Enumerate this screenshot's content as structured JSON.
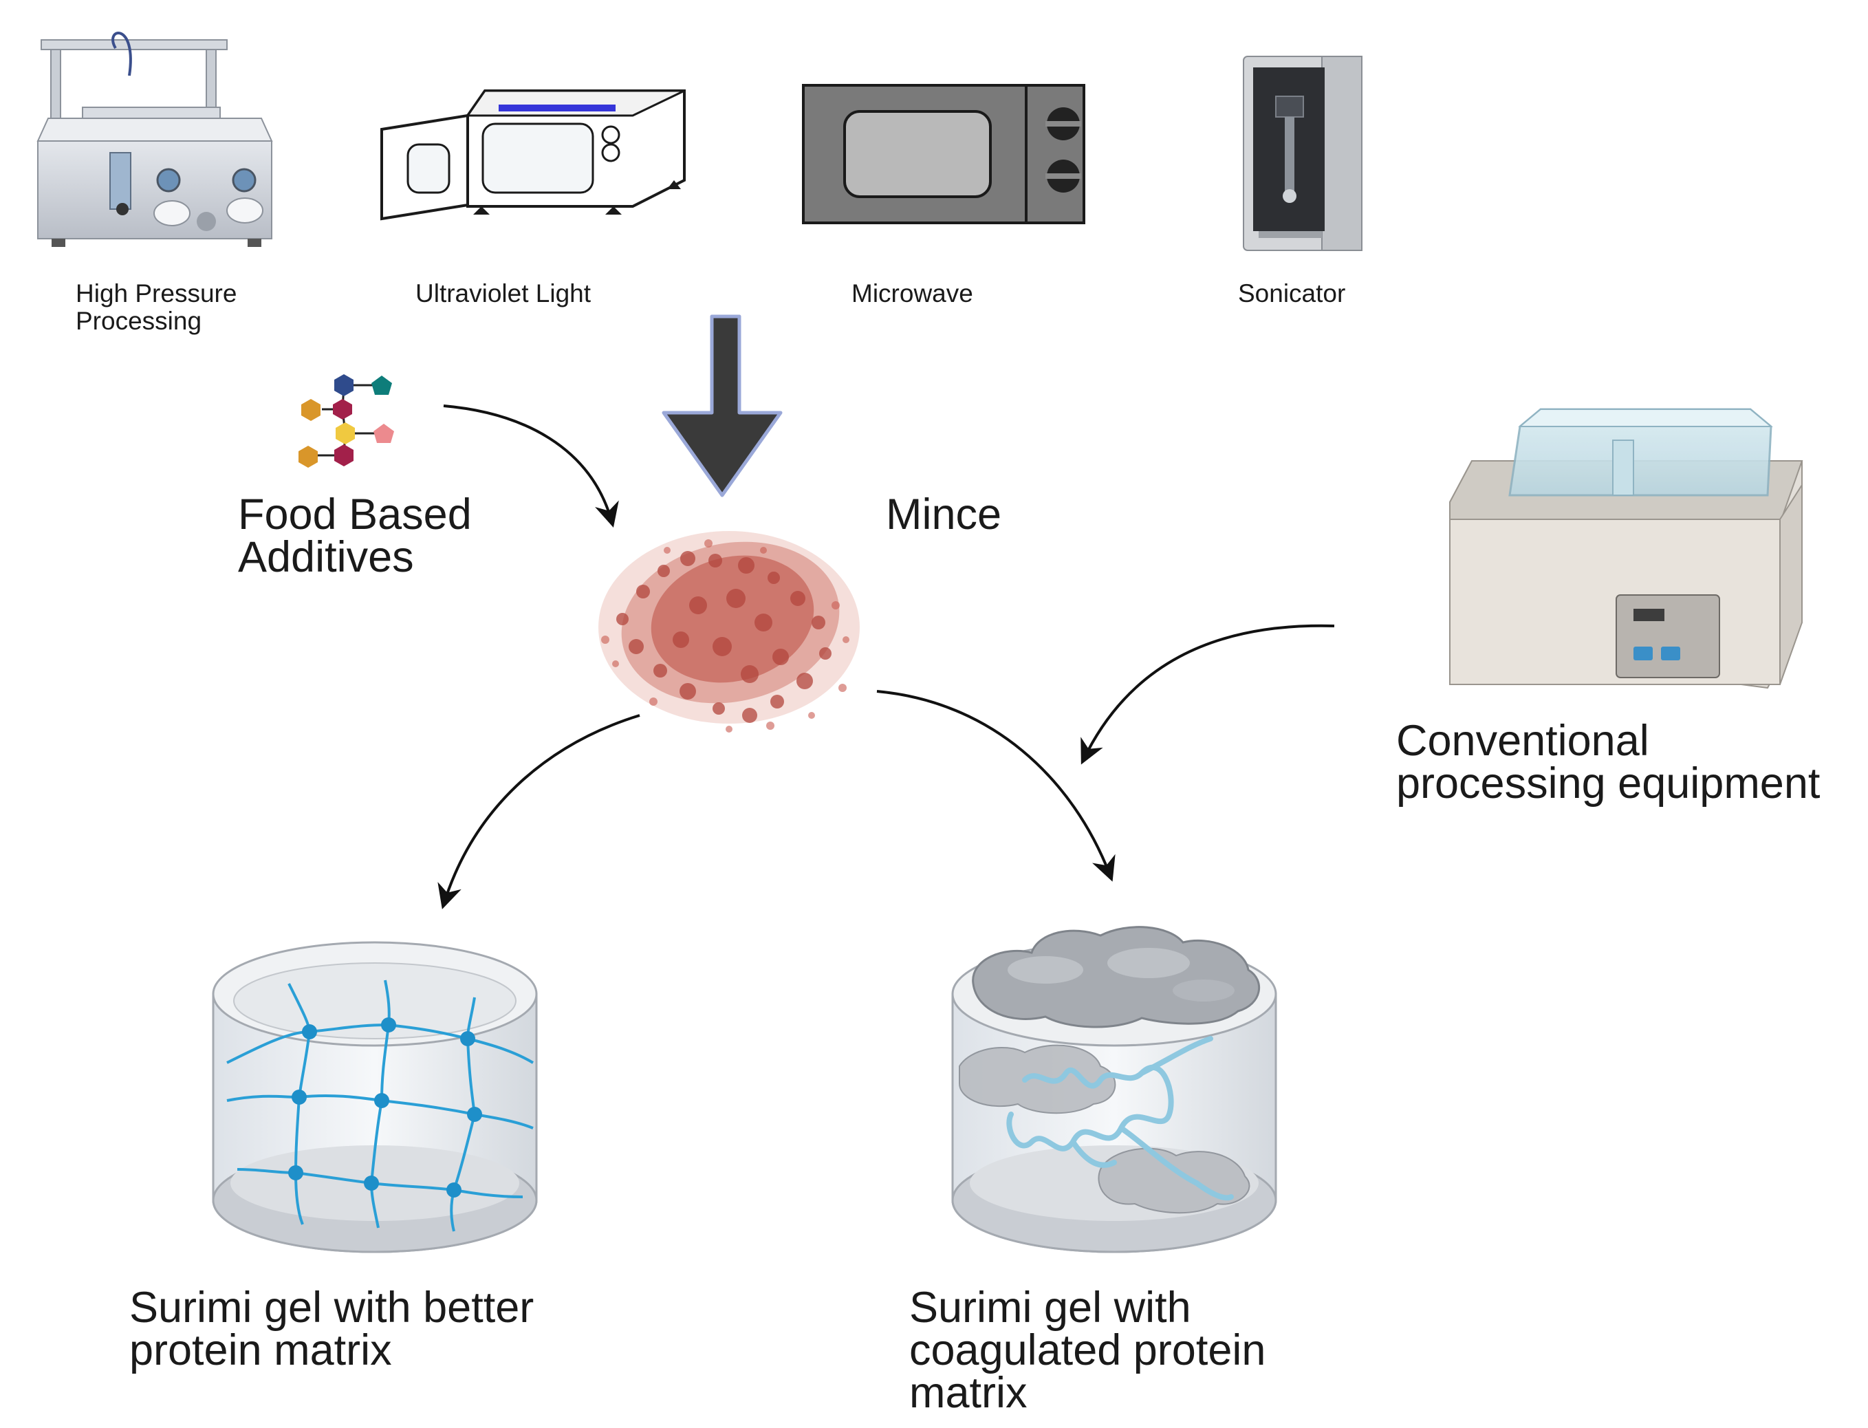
{
  "equipment": {
    "high_pressure": {
      "line1": "High Pressure",
      "line2": "Processing"
    },
    "ultraviolet": {
      "label": "Ultraviolet Light"
    },
    "microwave": {
      "label": "Microwave"
    },
    "sonicator": {
      "label": "Sonicator"
    }
  },
  "additives": {
    "line1": "Food Based",
    "line2": "Additives"
  },
  "mince": {
    "label": "Mince"
  },
  "conventional": {
    "line1": "Conventional",
    "line2": "processing equipment"
  },
  "gel_better": {
    "line1": "Surimi gel with better",
    "line2": "protein matrix"
  },
  "gel_coagulated": {
    "line1": "Surimi gel with",
    "line2": "coagulated protein",
    "line3": "matrix"
  },
  "colors": {
    "arrow_fill": "#3a3a3a",
    "arrow_outline": "#9aa8d8",
    "network_blue": "#2a9fd6",
    "coagulated_blue": "#8ec8e0",
    "mince_red": "#c0554a"
  }
}
